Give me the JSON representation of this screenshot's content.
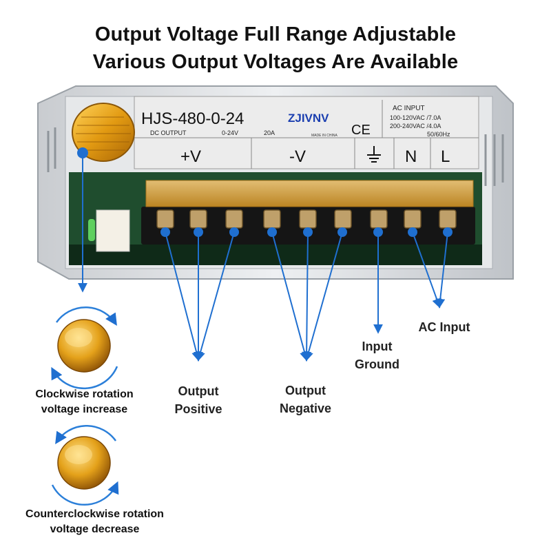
{
  "headline": {
    "line1": "Output Voltage Full Range Adjustable",
    "line2": "Various Output Voltages Are Available"
  },
  "device": {
    "model": "HJS-480-0-24",
    "brand": "ZJIVNV",
    "ce_mark": "CE",
    "made_in": "MADE IN CHINA",
    "dc_output_label": "DC   OUTPUT",
    "dc_voltage": "0-24V",
    "dc_current": "20A",
    "ac_input_label": "AC  INPUT",
    "ac_range1": "100-120VAC /7.0A",
    "ac_range2": "200-240VAC /4.0A",
    "frequency": "50/60Hz",
    "terminal_pos": "+V",
    "terminal_neg": "-V",
    "terminal_n": "N",
    "terminal_l": "L"
  },
  "callouts": {
    "output_positive": [
      "Output",
      "Positive"
    ],
    "output_negative": [
      "Output",
      "Negative"
    ],
    "input_ground": [
      "Input",
      "Ground"
    ],
    "ac_input": "AC Input"
  },
  "knob_captions": {
    "clockwise": [
      "Clockwise rotation",
      "voltage increase"
    ],
    "counterclockwise": [
      "Counterclockwise rotation",
      "voltage decrease"
    ]
  },
  "colors": {
    "callout_blue": "#1565c0",
    "arrow_blue": "#2b7fd9",
    "knob_gold": "#e0a020",
    "terminal_amber": "#d9952a"
  }
}
